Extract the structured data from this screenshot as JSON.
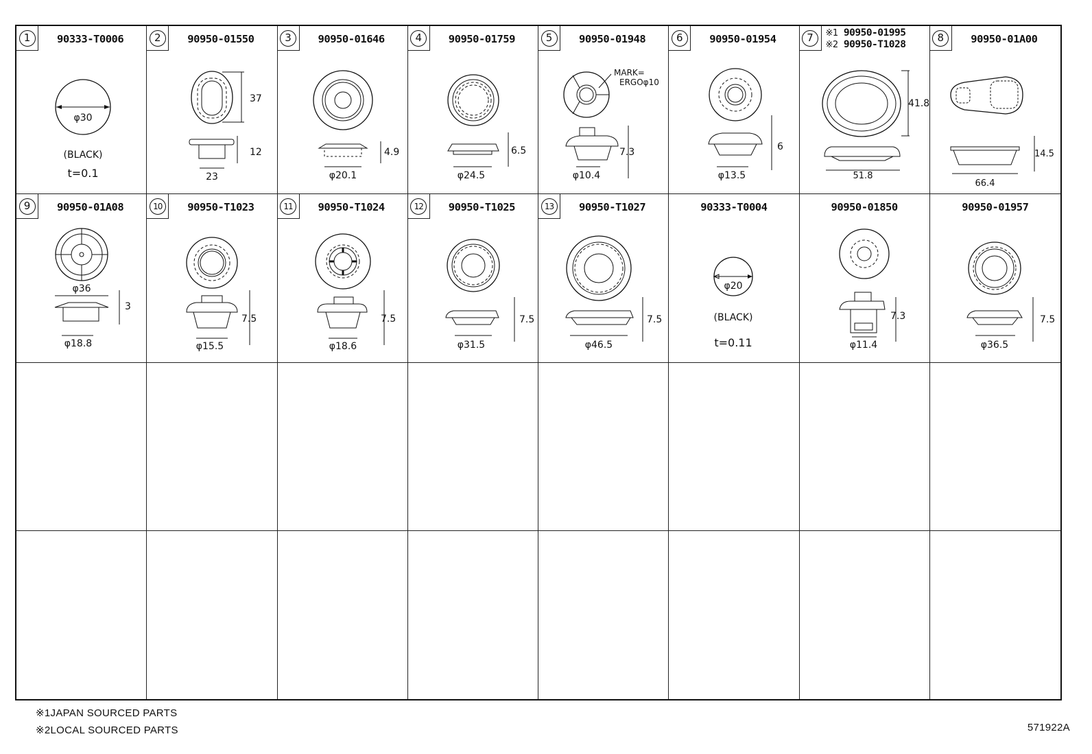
{
  "diagram": {
    "title_ref": "571922A",
    "footnotes": [
      {
        "mark": "※1",
        "text": "JAPAN SOURCED PARTS"
      },
      {
        "mark": "※2",
        "text": "LOCAL SOURCED PARTS"
      }
    ],
    "cells": [
      {
        "index": "1",
        "part_number": "90333-T0006",
        "dims": {
          "diameter": "φ30",
          "color": "(BLACK)",
          "thickness": "t=0.1"
        }
      },
      {
        "index": "2",
        "part_number": "90950-01550",
        "dims": {
          "height_top": "37",
          "height_side": "12",
          "width": "23"
        }
      },
      {
        "index": "3",
        "part_number": "90950-01646",
        "dims": {
          "height": "4.9",
          "diameter": "φ20.1"
        }
      },
      {
        "index": "4",
        "part_number": "90950-01759",
        "dims": {
          "height": "6.5",
          "diameter": "φ24.5"
        }
      },
      {
        "index": "5",
        "part_number": "90950-01948",
        "dims": {
          "mark_label": "MARK=",
          "mark_value": "ERGOφ10",
          "height": "7.3",
          "diameter": "φ10.4"
        }
      },
      {
        "index": "6",
        "part_number": "90950-01954",
        "dims": {
          "height": "6",
          "diameter": "φ13.5"
        }
      },
      {
        "index": "7",
        "part_numbers": [
          {
            "ref": "※1",
            "pn": "90950-01995"
          },
          {
            "ref": "※2",
            "pn": "90950-T1028"
          }
        ],
        "dims": {
          "height_top": "41.8",
          "width": "51.8"
        }
      },
      {
        "index": "8",
        "part_number": "90950-01A00",
        "dims": {
          "height": "14.5",
          "width": "66.4"
        }
      },
      {
        "index": "9",
        "part_number": "90950-01A08",
        "dims": {
          "outer": "φ36",
          "height": "3",
          "diameter": "φ18.8"
        }
      },
      {
        "index": "10",
        "part_number": "90950-T1023",
        "dims": {
          "height": "7.5",
          "diameter": "φ15.5"
        }
      },
      {
        "index": "11",
        "part_number": "90950-T1024",
        "dims": {
          "height": "7.5",
          "diameter": "φ18.6"
        }
      },
      {
        "index": "12",
        "part_number": "90950-T1025",
        "dims": {
          "height": "7.5",
          "diameter": "φ31.5"
        }
      },
      {
        "index": "13",
        "part_number": "90950-T1027",
        "dims": {
          "height": "7.5",
          "diameter": "φ46.5"
        }
      },
      {
        "index": "",
        "part_number": "90333-T0004",
        "dims": {
          "diameter": "φ20",
          "color": "(BLACK)",
          "thickness": "t=0.11"
        }
      },
      {
        "index": "",
        "part_number": "90950-01850",
        "dims": {
          "height": "7.3",
          "diameter": "φ11.4"
        }
      },
      {
        "index": "",
        "part_number": "90950-01957",
        "dims": {
          "height": "7.5",
          "diameter": "φ36.5"
        }
      }
    ]
  }
}
